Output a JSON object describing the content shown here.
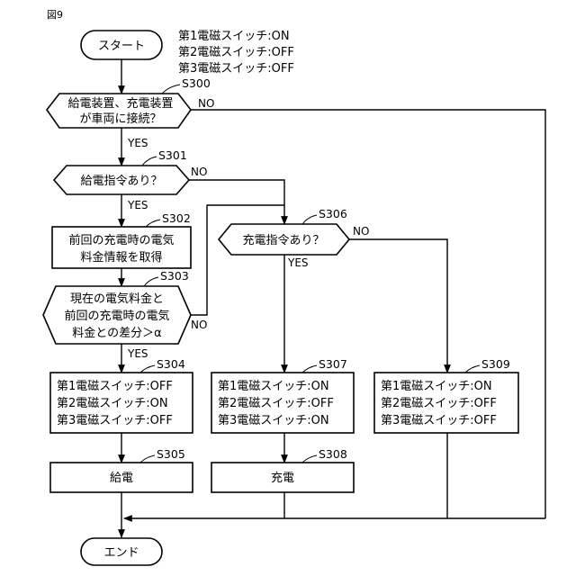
{
  "figure_label": "図9",
  "start": {
    "label": "スタート",
    "note": [
      "第1電磁スイッチ:ON",
      "第2電磁スイッチ:OFF",
      "第3電磁スイッチ:OFF"
    ]
  },
  "end_label": "エンド",
  "labels": {
    "yes": "YES",
    "no": "NO"
  },
  "steps": {
    "s300": {
      "id": "S300",
      "lines": [
        "給電装置、充電装置",
        "が車両に接続？"
      ]
    },
    "s301": {
      "id": "S301",
      "lines": [
        "給電指令あり？"
      ]
    },
    "s302": {
      "id": "S302",
      "lines": [
        "前回の充電時の電気",
        "料金情報を取得"
      ]
    },
    "s303": {
      "id": "S303",
      "lines": [
        "現在の電気料金と",
        "前回の充電時の電気",
        "料金との差分＞α"
      ]
    },
    "s304": {
      "id": "S304",
      "lines": [
        "第1電磁スイッチ:OFF",
        "第2電磁スイッチ:ON",
        "第3電磁スイッチ:OFF"
      ]
    },
    "s305": {
      "id": "S305",
      "lines": [
        "給電"
      ]
    },
    "s306": {
      "id": "S306",
      "lines": [
        "充電指令あり？"
      ]
    },
    "s307": {
      "id": "S307",
      "lines": [
        "第1電磁スイッチ:ON",
        "第2電磁スイッチ:OFF",
        "第3電磁スイッチ:ON"
      ]
    },
    "s308": {
      "id": "S308",
      "lines": [
        "充電"
      ]
    },
    "s309": {
      "id": "S309",
      "lines": [
        "第1電磁スイッチ:ON",
        "第2電磁スイッチ:OFF",
        "第3電磁スイッチ:OFF"
      ]
    }
  }
}
